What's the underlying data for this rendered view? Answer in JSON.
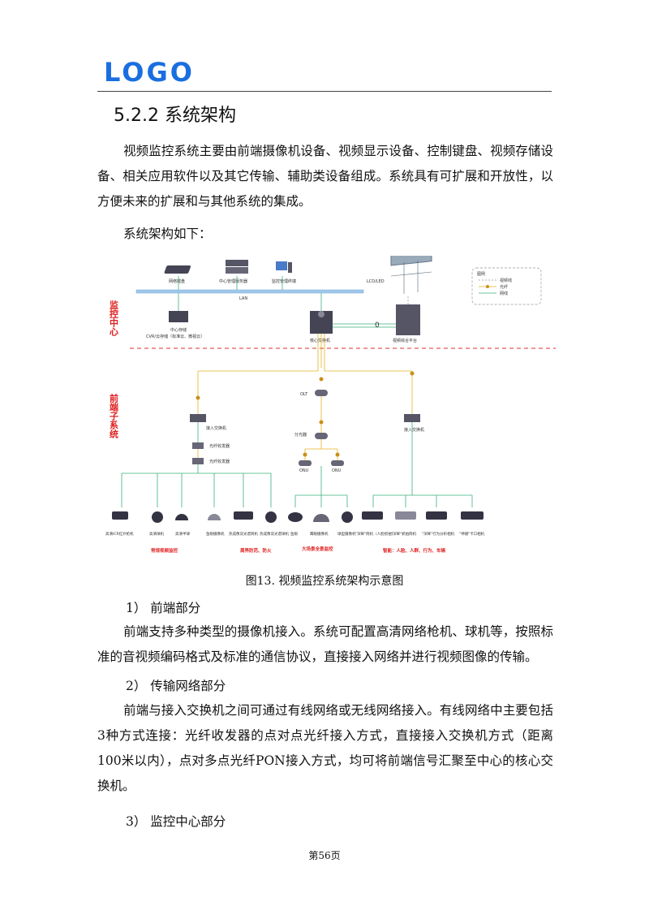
{
  "header": {
    "logo": "LOGO"
  },
  "section": {
    "title": "5.2.2 系统架构"
  },
  "paragraphs": {
    "p1": "视频监控系统主要由前端摄像机设备、视频显示设备、控制键盘、视频存储设备、相关应用软件以及其它传输、辅助类设备组成。系统具有可扩展和开放性，以方便未来的扩展和与其他系统的集成。",
    "p2": "系统架构如下：",
    "p3": "前端支持多种类型的摄像机接入。系统可配置高清网络枪机、球机等，按照标准的音视频编码格式及标准的通信协议，直接接入网络并进行视频图像的传输。",
    "p4": "前端与接入交换机之间可通过有线网络或无线网络接入。有线网络中主要包括3种方式连接：光纤收发器的点对点光纤接入方式，直接接入交换机方式（距离100米以内），点对多点光纤PON接入方式，均可将前端信号汇聚至中心的核心交换机。"
  },
  "items": {
    "i1": "1）  前端部分",
    "i2": "2）  传输网络部分",
    "i3": "3）  监控中心部分"
  },
  "diagram": {
    "zone_center": "监控中心",
    "zone_front": "前端子系统",
    "lan": "LAN",
    "kbd": "网络键盘",
    "srv": "中心管理服务器",
    "term": "监控管理终端",
    "lcd": "LCD/LED",
    "store1": "中心存储",
    "store2": "CVR/云存储（标准云、微视云）",
    "core": "核心交换机",
    "vidplat": "视频综合平台",
    "legend_title": "图例",
    "legend_video": "视频线",
    "legend_fiber": "光纤",
    "legend_net": "网线",
    "olt": "OLT",
    "splitter": "分光器",
    "onu1": "ONU",
    "onu2": "ONU",
    "acc_sw1": "接入交换机",
    "acc_sw2": "接入交换机",
    "fiber1": "光纤收发器",
    "fiber2": "光纤收发器",
    "cams": [
      "高清ICR红外枪机",
      "高清球机",
      "高清半球",
      "鱼眼摄像机",
      "热成像双光谱筒机",
      "热成像双光谱球机",
      "鱼眼",
      "鹰眼摄像机",
      "球型摄像机",
      "\"深眸\"筒机（人脸抓拍）",
      "\"深眸\"抓拍筒机",
      "\"深眸\"行为分析相机",
      "\"神捕\"卡口相机"
    ],
    "cam_labels": [
      "高清ICR红外枪机",
      "高清球机",
      "高清半球",
      "鱼眼摄像机",
      "热成像双光谱筒机",
      "热成像双光谱球机",
      "鱼眼",
      "鹰眼摄像机",
      "球型摄像机",
      "\"深眸\"筒机（人脸抓拍）",
      "\"深眸\"抓拍筒机",
      "\"深眸\"行为分析相机",
      "\"神捕\"卡口相机"
    ],
    "group1": "常规视频监控",
    "group2": "周界防范、防火",
    "group3": "大场景全景监控",
    "group4": "智能：人脸、人群、行为、车辆"
  },
  "caption": "图13. 视频监控系统架构示意图",
  "footer": {
    "page": "第56页"
  },
  "colors": {
    "logo": "#1a6fe0",
    "zone_label": "#e02020",
    "fiber": "#e8b020",
    "net": "#3ab07a",
    "lan": "#9fc7e8"
  }
}
